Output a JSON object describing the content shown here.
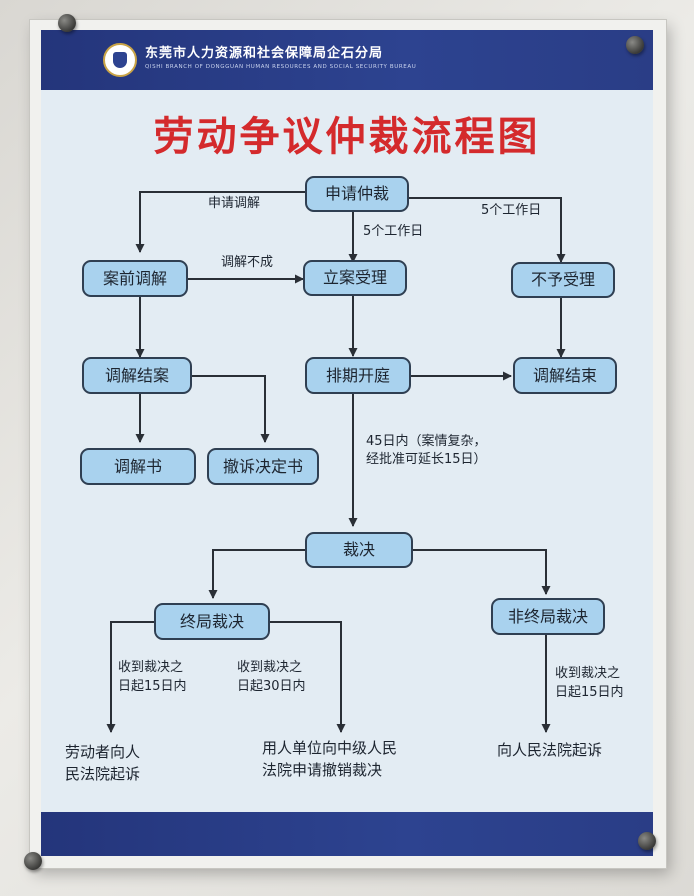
{
  "org": {
    "name_cn": "东莞市人力资源和社会保障局企石分局",
    "name_en": "QISHI BRANCH OF DONGGUAN HUMAN RESOURCES AND SOCIAL SECURITY BUREAU"
  },
  "title": "劳动争议仲裁流程图",
  "nodes": {
    "apply": "申请仲裁",
    "pre_mediation": "案前调解",
    "accept": "立案受理",
    "reject": "不予受理",
    "mediation_close": "调解结案",
    "schedule": "排期开庭",
    "mediation_end": "调解结束",
    "mediation_doc": "调解书",
    "withdraw_doc": "撤诉决定书",
    "ruling": "裁决",
    "final": "终局裁决",
    "non_final": "非终局裁决"
  },
  "labels": {
    "apply_mediation": "申请调解",
    "five_days_1": "5个工作日",
    "five_days_2": "5个工作日",
    "mediation_failed": "调解不成",
    "days45_line1": "45日内（案情复杂，",
    "days45_line2": "经批准可延长15日）",
    "worker_deadline_l1": "收到裁决之",
    "worker_deadline_l2": "日起15日内",
    "employer_deadline_l1": "收到裁决之",
    "employer_deadline_l2": "日起30日内",
    "nonfinal_deadline_l1": "收到裁决之",
    "nonfinal_deadline_l2": "日起15日内"
  },
  "results": {
    "worker_l1": "劳动者向人",
    "worker_l2": "民法院起诉",
    "employer_l1": "用人单位向中级人民",
    "employer_l2": "法院申请撤销裁决",
    "nonfinal": "向人民法院起诉"
  },
  "colors": {
    "band": "#2d4390",
    "title": "#d42a2c",
    "node_fill": "#a9d2ee",
    "poster_bg": "#e3ecf3"
  }
}
